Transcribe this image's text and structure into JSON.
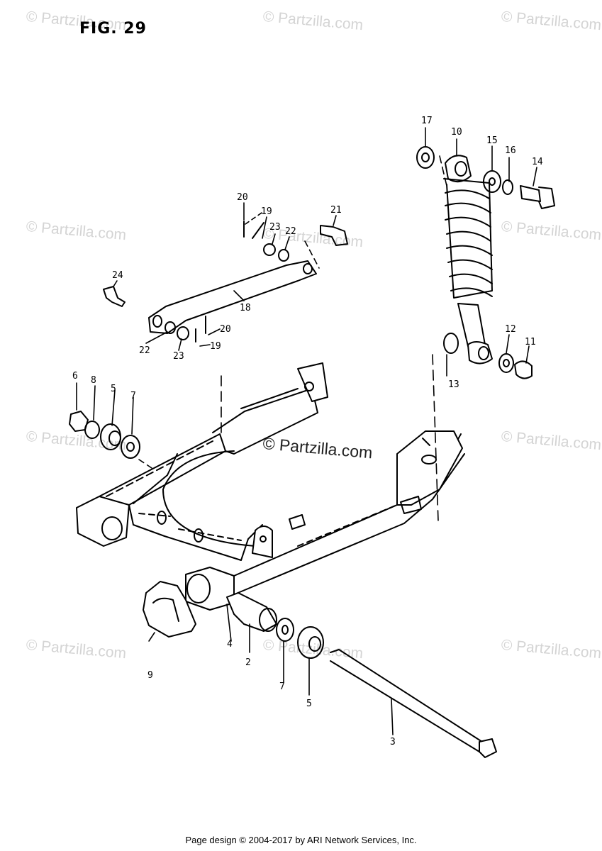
{
  "figure": {
    "title": "FIG. 29"
  },
  "watermark": {
    "text": "© Partzilla.com",
    "center_text": "© Partzilla.com"
  },
  "footer": {
    "text": "Page design © 2004-2017 by ARI Network Services, Inc."
  },
  "callouts": [
    {
      "id": "c17",
      "num": "17"
    },
    {
      "id": "c10",
      "num": "10"
    },
    {
      "id": "c15",
      "num": "15"
    },
    {
      "id": "c16",
      "num": "16"
    },
    {
      "id": "c14",
      "num": "14"
    },
    {
      "id": "c20a",
      "num": "20"
    },
    {
      "id": "c19a",
      "num": "19"
    },
    {
      "id": "c21",
      "num": "21"
    },
    {
      "id": "c23a",
      "num": "23"
    },
    {
      "id": "c22a",
      "num": "22"
    },
    {
      "id": "c24",
      "num": "24"
    },
    {
      "id": "c18",
      "num": "18"
    },
    {
      "id": "c20b",
      "num": "20"
    },
    {
      "id": "c22b",
      "num": "22"
    },
    {
      "id": "c23b",
      "num": "23"
    },
    {
      "id": "c19b",
      "num": "19"
    },
    {
      "id": "c12",
      "num": "12"
    },
    {
      "id": "c11",
      "num": "11"
    },
    {
      "id": "c13",
      "num": "13"
    },
    {
      "id": "c6",
      "num": "6"
    },
    {
      "id": "c8",
      "num": "8"
    },
    {
      "id": "c5a",
      "num": "5"
    },
    {
      "id": "c7a",
      "num": "7"
    },
    {
      "id": "c4",
      "num": "4"
    },
    {
      "id": "c2",
      "num": "2"
    },
    {
      "id": "c9",
      "num": "9"
    },
    {
      "id": "c7b",
      "num": "7"
    },
    {
      "id": "c5b",
      "num": "5"
    },
    {
      "id": "c3",
      "num": "3"
    }
  ]
}
